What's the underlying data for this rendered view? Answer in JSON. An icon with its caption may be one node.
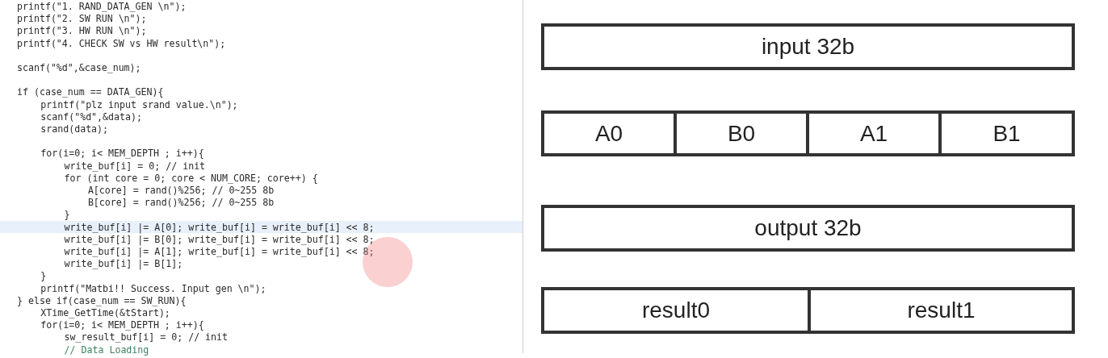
{
  "diagram": {
    "nodes": [
      {
        "text": [
          "input 32b"
        ]
      },
      {
        "text": [
          "A0"
        ]
      },
      {
        "text": [
          "B0"
        ]
      },
      {
        "text": [
          "A1"
        ]
      },
      {
        "text": [
          "B1"
        ]
      },
      {
        "text": [
          "output 32b"
        ]
      },
      {
        "text": [
          "result0"
        ]
      },
      {
        "text": [
          "result1"
        ]
      }
    ],
    "edges": [],
    "labels": [
      "printf(\"1. RAND_DATA_GEN \\n\");",
      "printf(\"2. SW RUN \\n\");",
      "printf(\"3. HW RUN \\n\");",
      "printf(\"4. CHECK SW vs HW result\\n\");",
      "scanf(\"%d\",&case_num);",
      "if (case_num == DATA_GEN){",
      "printf(\"plz input srand value.\\n\");",
      "scanf(\"%d\",&data);",
      "srand(data);",
      "for(i=0; i< MEM_DEPTH ; i++){",
      "write_buf[i] = 0; // init",
      "for (int core = 0; core < NUM_CORE; core++) {",
      "A[core] = rand()%256; // 0~255 8b",
      "B[core] = rand()%256; // 0~255 8b",
      "}",
      "write_buf[i] |= A[0]; write_buf[i] = write_buf[i] << 8;",
      "write_buf[i] |= B[0]; write_buf[i] = write_buf[i] << 8;",
      "write_buf[i] |= A[1]; write_buf[i] = write_buf[i] << 8;",
      "write_buf[i] |= B[1];",
      "}",
      "printf(\"Matbi!! Success. Input gen \\n\");",
      "} else if(case_num == SW_RUN){",
      "XTime_GetTime(&tStart);",
      "for(i=0; i< MEM_DEPTH ; i++){",
      "sw_result_buf[i] = 0; // init",
      "// Data Loading"
    ]
  }
}
